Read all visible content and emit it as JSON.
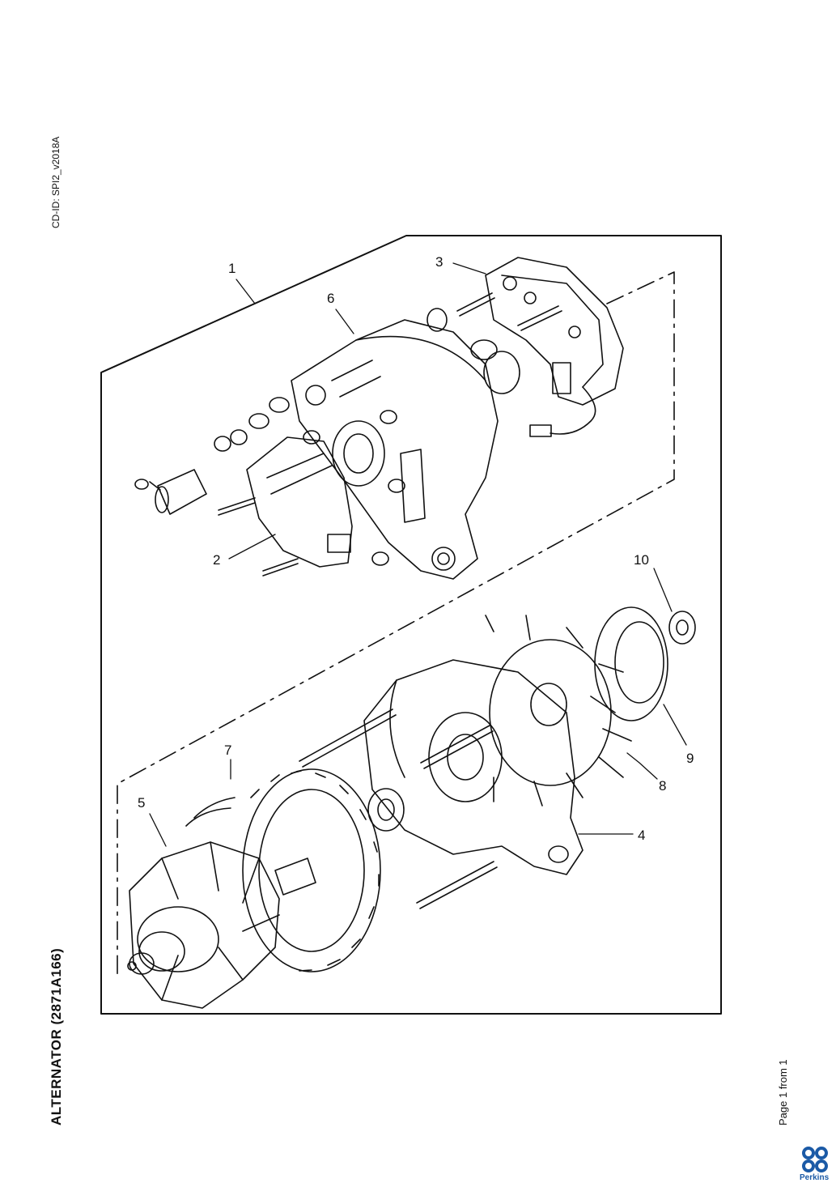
{
  "header": {
    "cd_id": "CD-ID: SPI2_v2018A"
  },
  "document": {
    "title": "ALTERNATOR (2871A166)"
  },
  "footer": {
    "page_info": "Page 1 from 1",
    "brand": "Perkins"
  },
  "callouts": [
    "1",
    "2",
    "3",
    "4",
    "5",
    "6",
    "7",
    "8",
    "9",
    "10"
  ],
  "colors": {
    "line": "#111111",
    "brand": "#1b5aa6"
  }
}
